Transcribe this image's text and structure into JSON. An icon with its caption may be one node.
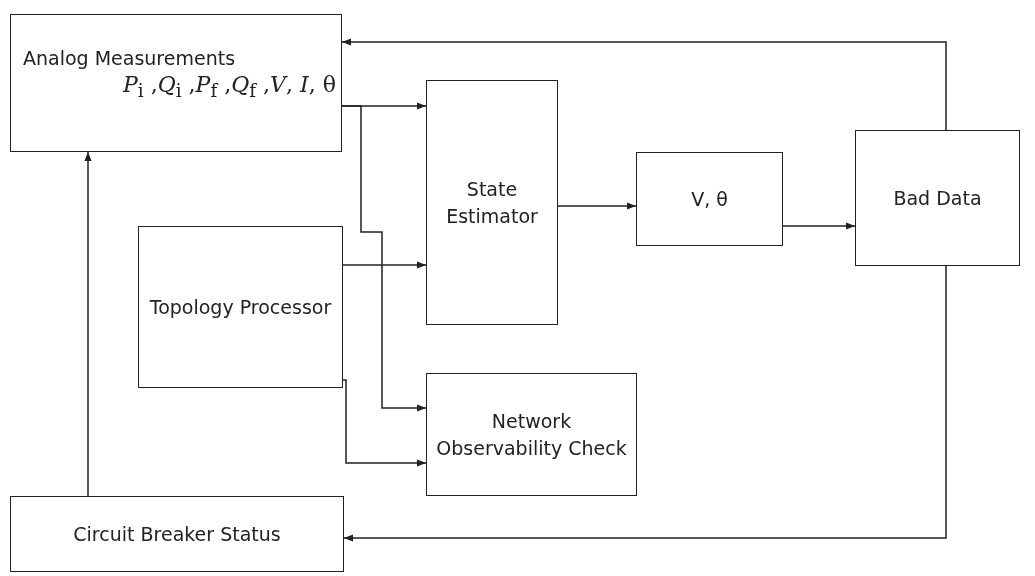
{
  "diagram": {
    "nodes": [
      {
        "text": [
          "Analog Measurements",
          "*P*$_{i}$ ,*Q*$_{i}$ ,*P*$_{f}$ ,*Q*$_{f}$ ,*V*, *I*, θ"
        ]
      },
      {
        "text": [
          "State Estimator"
        ]
      },
      {
        "text": [
          "V, θ"
        ]
      },
      {
        "text": [
          "Bad Data"
        ]
      },
      {
        "text": [
          "Topology Processor"
        ]
      },
      {
        "text": [
          "Network Observability Check"
        ]
      },
      {
        "text": [
          "Circuit Breaker Status"
        ]
      }
    ],
    "edges": [
      {
        "from": 0,
        "to": 1,
        "arrow": "to"
      },
      {
        "from": 0,
        "to": 5,
        "arrow": "to"
      },
      {
        "from": 4,
        "to": 1,
        "arrow": "to"
      },
      {
        "from": 4,
        "to": 5,
        "arrow": "to"
      },
      {
        "from": 1,
        "to": 2,
        "arrow": "to"
      },
      {
        "from": 2,
        "to": 3,
        "arrow": "to"
      },
      {
        "from": 3,
        "to": 0,
        "arrow": "to"
      },
      {
        "from": 3,
        "to": 6,
        "arrow": "to"
      },
      {
        "from": 6,
        "to": 0,
        "arrow": "to"
      }
    ]
  }
}
